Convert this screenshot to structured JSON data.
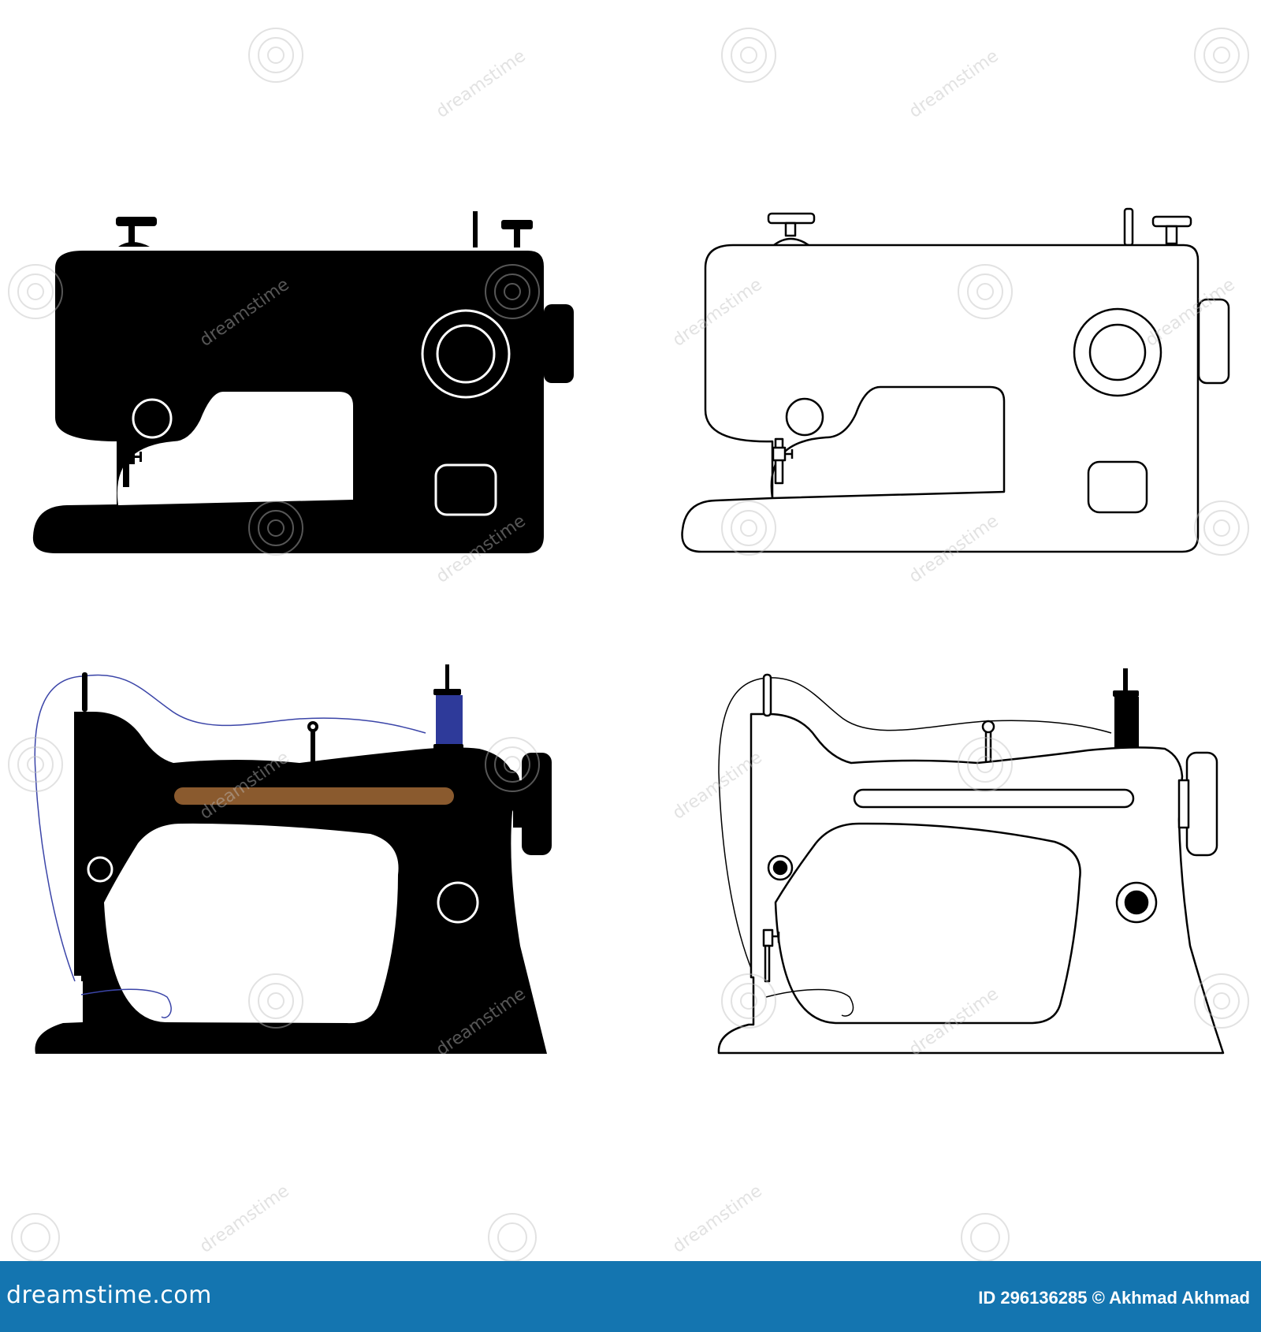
{
  "colors": {
    "ink": "#000000",
    "paper": "#ffffff",
    "footer_bar": "#1475b0",
    "spool_blue": "#2e3a9a",
    "thread_blue": "#3b45a8",
    "accent_brown": "#8a5a2e",
    "watermark": "#bfbfbf"
  },
  "watermark": {
    "text": "dreamstime",
    "icon": "spiral-logo-icon"
  },
  "illustrations": [
    {
      "name": "modern-sewing-machine-glyph",
      "style": "filled"
    },
    {
      "name": "modern-sewing-machine-outline",
      "style": "outline"
    },
    {
      "name": "vintage-sewing-machine-glyph",
      "style": "filled-color"
    },
    {
      "name": "vintage-sewing-machine-outline",
      "style": "outline"
    }
  ],
  "footer": {
    "brand": "dreamstime.com",
    "credit": "ID 296136285 © Akhmad Akhmad"
  }
}
